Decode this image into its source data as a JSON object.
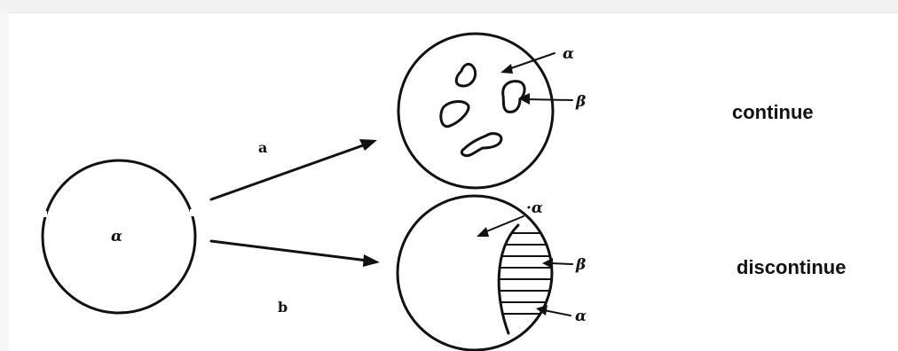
{
  "initial": {
    "phase_label": "α"
  },
  "paths": {
    "a": {
      "label": "a"
    },
    "b": {
      "label": "b"
    }
  },
  "continuous": {
    "matrix_label": "α",
    "precipitate_label": "β",
    "caption": "continue"
  },
  "discontinuous": {
    "matrix_label": "·α",
    "colony_label": "β",
    "lamella_label": "α",
    "caption": "discontinue"
  }
}
